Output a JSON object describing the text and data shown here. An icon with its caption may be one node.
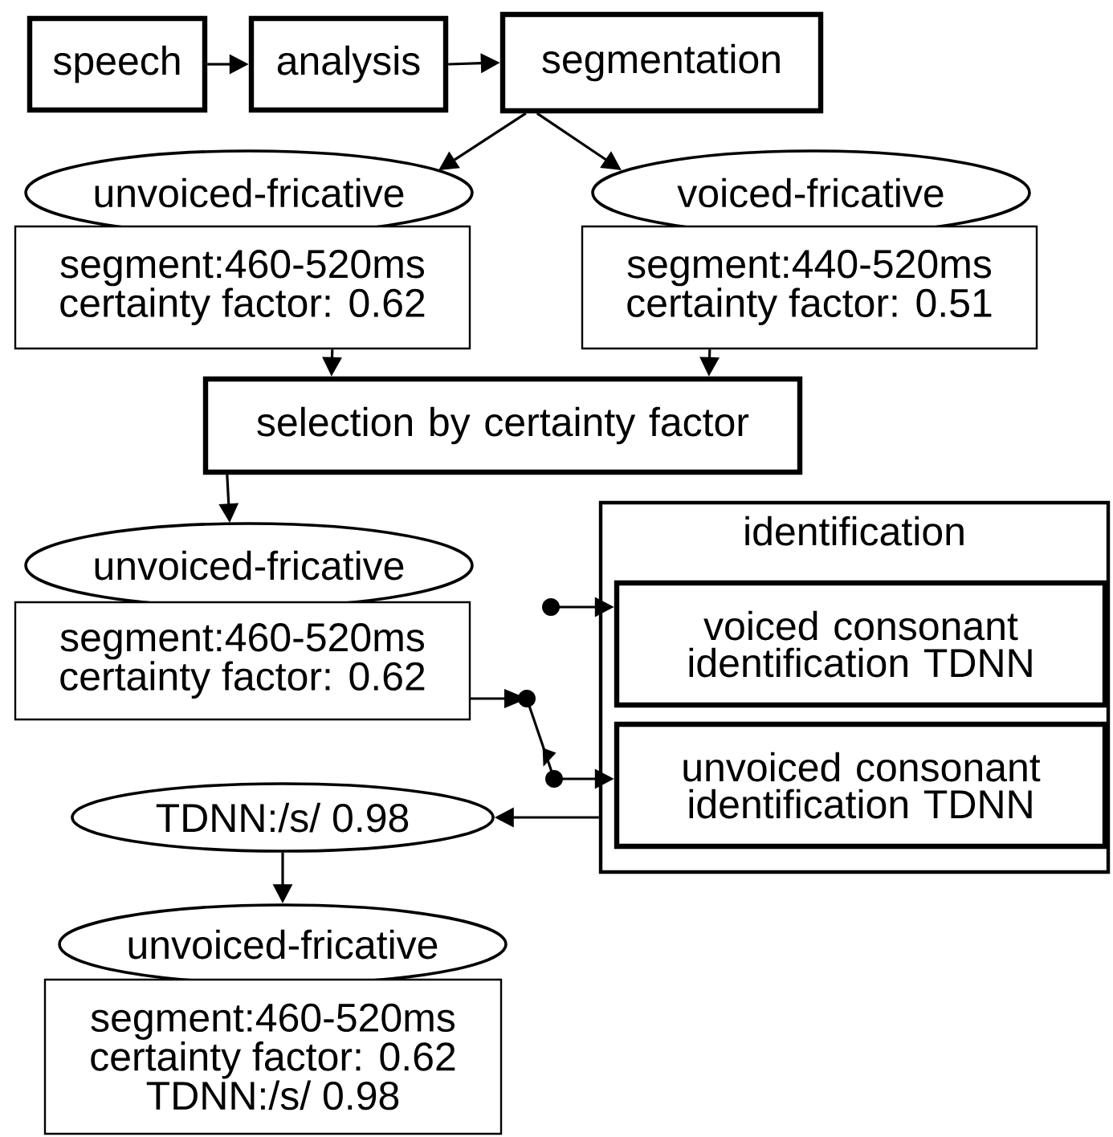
{
  "diagram": {
    "nodes": [
      {
        "text": [
          "speech"
        ]
      },
      {
        "text": [
          "analysis"
        ]
      },
      {
        "text": [
          "segmentation"
        ]
      },
      {
        "text": [
          "unvoiced-fricative"
        ]
      },
      {
        "text": [
          "segment:460-520ms",
          "certainty factor: 0.62"
        ]
      },
      {
        "text": [
          "voiced-fricative"
        ]
      },
      {
        "text": [
          "segment:440-520ms",
          "certainty factor: 0.51"
        ]
      },
      {
        "text": [
          "selection by certainty factor"
        ]
      },
      {
        "text": [
          "unvoiced-fricative"
        ]
      },
      {
        "text": [
          "segment:460-520ms",
          "certainty factor: 0.62"
        ]
      },
      {
        "text": [
          "identification"
        ]
      },
      {
        "text": [
          "voiced consonant identification TDNN"
        ],
        "in": 10
      },
      {
        "text": [
          "unvoiced consonant identification TDNN"
        ],
        "in": 10
      },
      {
        "text": [
          "TDNN:/s/ 0.98"
        ]
      },
      {
        "text": [
          "unvoiced-fricative"
        ]
      },
      {
        "text": [
          "segment:460-520ms",
          "certainty factor: 0.62",
          "TDNN:/s/ 0.98"
        ]
      }
    ],
    "edges": [
      {
        "from": 0,
        "to": 1,
        "arrow": "to"
      },
      {
        "from": 1,
        "to": 2,
        "arrow": "to"
      },
      {
        "from": 2,
        "to": 3,
        "arrow": "to"
      },
      {
        "from": 2,
        "to": 5,
        "arrow": "to"
      },
      {
        "from": 4,
        "to": 7,
        "arrow": "to"
      },
      {
        "from": 6,
        "to": 7,
        "arrow": "to"
      },
      {
        "from": 7,
        "to": 8,
        "arrow": "to"
      },
      {
        "from": 9,
        "to": 12,
        "arrow": "to"
      },
      {
        "from": null,
        "to": 11,
        "arrow": "to"
      },
      {
        "from": 10,
        "to": 13,
        "arrow": "to"
      },
      {
        "from": 13,
        "to": 14,
        "arrow": "to"
      }
    ]
  }
}
